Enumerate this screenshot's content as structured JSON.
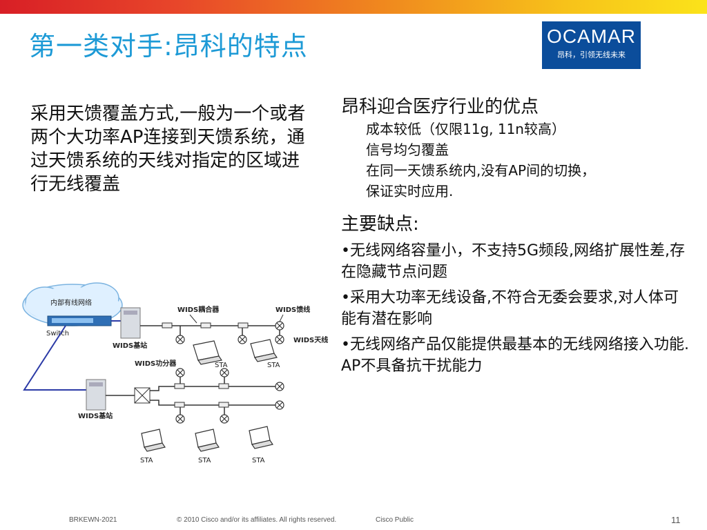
{
  "slide": {
    "title": "第一类对手:昂科的特点",
    "logo": {
      "brand": "OCAMAR",
      "tagline": "昂科，引领无线未来"
    },
    "left_text": "采用天馈覆盖方式,一般为一个或者两个大功率AP连接到天馈系统，通过天馈系统的天线对指定的区域进行无线覆盖",
    "advantages": {
      "heading": "昂科迎合医疗行业的优点",
      "items": [
        "成本较低（仅限11g, 11n较高）",
        "信号均匀覆盖",
        "在同一天馈系统内,没有AP间的切换，",
        "保证实时应用."
      ]
    },
    "disadvantages": {
      "heading": "主要缺点:",
      "items": [
        "•无线网络容量小，不支持5G频段,网络扩展性差,存在隐藏节点问题",
        "•采用大功率无线设备,不符合无委会要求,对人体可能有潜在影响",
        "•无线网络产品仅能提供最基本的无线网络接入功能. AP不具备抗干扰能力"
      ]
    },
    "diagram": {
      "cloud_label": "内部有线网络",
      "switch_label": "Switch",
      "coupler_label": "WIDS耦合器",
      "feeder_label": "WIDS馈线",
      "antenna_label": "WIDS天线",
      "splitter_label": "WIDS功分器",
      "base_station_label": "WIDS基站",
      "sta_label": "STA"
    },
    "footer": {
      "session": "BRKEWN-2021",
      "copyright": "© 2010 Cisco and/or its affiliates. All rights reserved.",
      "classification": "Cisco Public",
      "page": "11"
    }
  }
}
